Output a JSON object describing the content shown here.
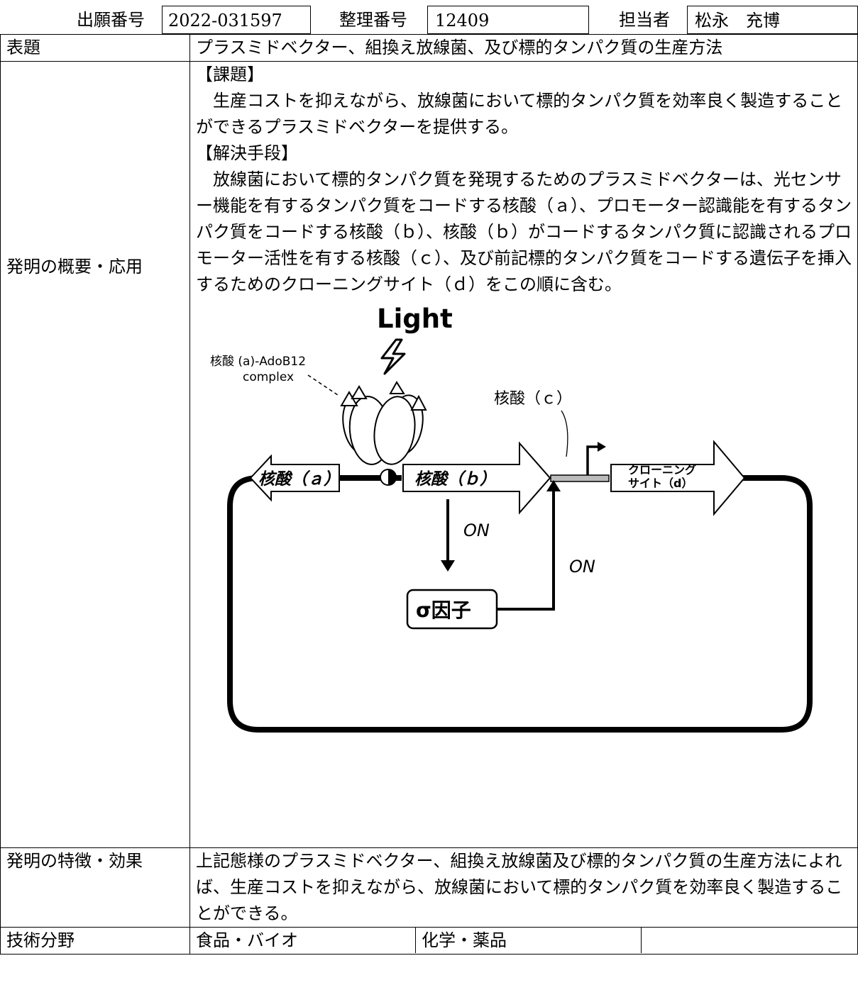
{
  "header": {
    "app_no_label": "出願番号",
    "app_no_value": "2022-031597",
    "ref_no_label": "整理番号",
    "ref_no_value": "12409",
    "person_label": "担当者",
    "person_value": "松永　充博"
  },
  "rows": {
    "title_label": "表題",
    "title_value": "プラスミドベクター、組換え放線菌、及び標的タンパク質の生産方法",
    "summary_label": "発明の概要・応用",
    "problem_heading": "【課題】",
    "problem_text": "生産コストを抑えながら、放線菌において標的タンパク質を効率良く製造することができるプラスミドベクターを提供する。",
    "solution_heading": "【解決手段】",
    "solution_text": "放線菌において標的タンパク質を発現するためのプラスミドベクターは、光センサー機能を有するタンパク質をコードする核酸（ａ）、プロモーター認識能を有するタンパク質をコードする核酸（ｂ）、核酸（ｂ）がコードするタンパク質に認識されるプロモーター活性を有する核酸（ｃ）、及び前記標的タンパク質をコードする遺伝子を挿入するためのクローニングサイト（ｄ）をこの順に含む。",
    "features_label": "発明の特徴・効果",
    "features_text": "上記態様のプラスミドベクター、組換え放線菌及び標的タンパク質の生産方法によれば、生産コストを抑えながら、放線菌において標的タンパク質を効率良く製造することができる。",
    "field_label": "技術分野",
    "field_1": "食品・バイオ",
    "field_2": "化学・薬品",
    "field_3": ""
  },
  "figure": {
    "light": "Light",
    "complex_line1": "核酸 (a)-AdoB12",
    "complex_line2": "complex",
    "nucleic_c": "核酸（ｃ）",
    "nucleic_a": "核酸（ａ）",
    "nucleic_b": "核酸（ｂ）",
    "cloning_line1": "クローニング",
    "cloning_line2": "サイト（d）",
    "on_1": "ON",
    "on_2": "ON",
    "sigma": "σ因子"
  }
}
